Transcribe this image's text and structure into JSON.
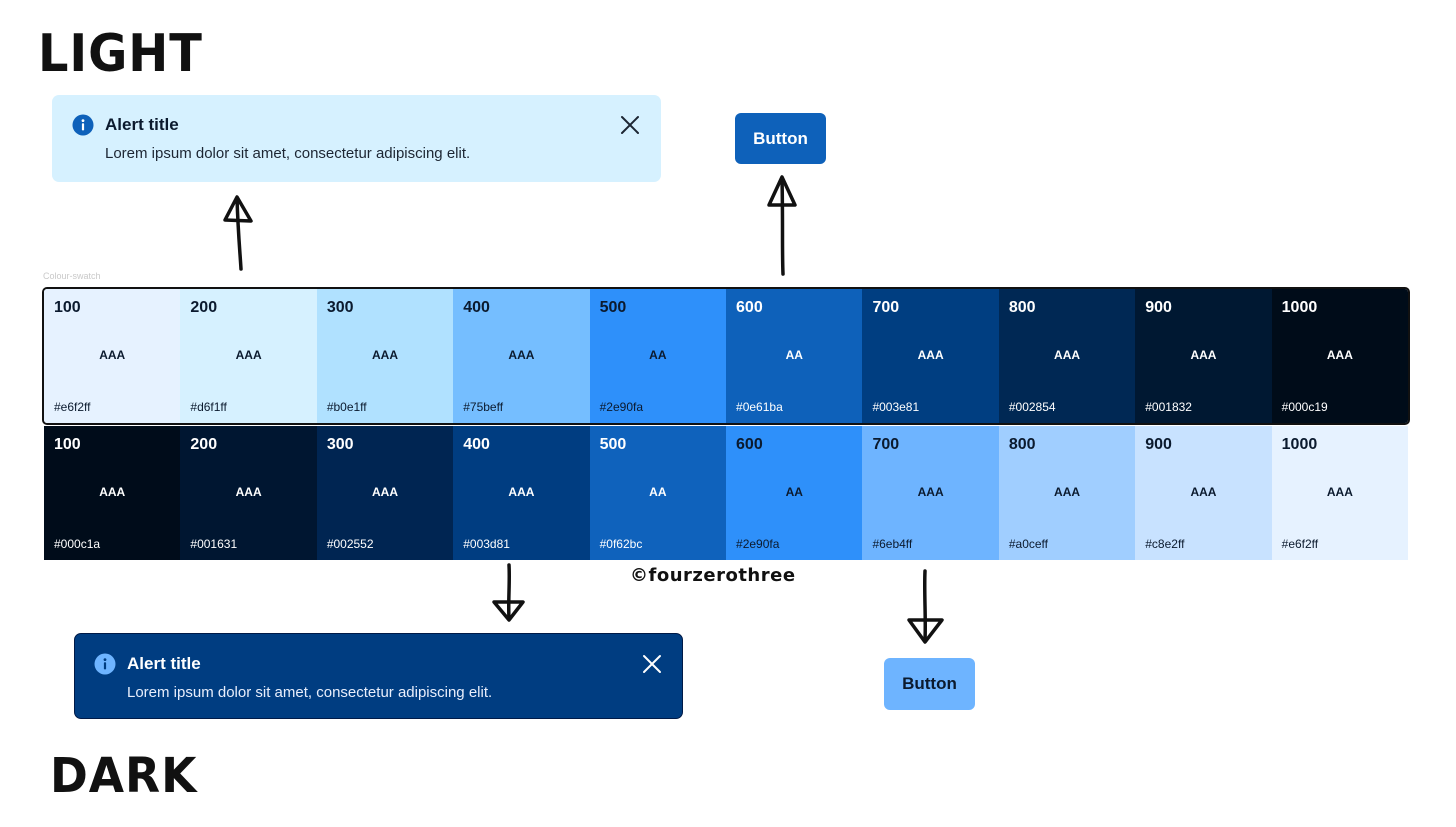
{
  "labels": {
    "light": "LIGHT",
    "dark": "DARK"
  },
  "light_alert": {
    "title": "Alert title",
    "body": "Lorem ipsum dolor sit amet, consectetur adipiscing elit.",
    "bg": "#d6f1ff",
    "icon_color": "#0e61ba",
    "close_color": "#1d2633"
  },
  "dark_alert": {
    "title": "Alert title",
    "body": "Lorem ipsum dolor sit amet, consectetur adipiscing elit.",
    "bg": "#003d81",
    "icon_color": "#6eb4ff",
    "close_color": "#ffffff"
  },
  "light_button": {
    "label": "Button",
    "bg": "#0e61ba"
  },
  "dark_button": {
    "label": "Button",
    "bg": "#6eb4ff"
  },
  "swatch_caption": "Colour-swatch",
  "signature": "©fourzerothree",
  "light_swatches": [
    {
      "step": "100",
      "rating": "AAA",
      "hex": "#e6f2ff",
      "text_color": "#0b1a2e"
    },
    {
      "step": "200",
      "rating": "AAA",
      "hex": "#d6f1ff",
      "text_color": "#0b1a2e"
    },
    {
      "step": "300",
      "rating": "AAA",
      "hex": "#b0e1ff",
      "text_color": "#0b1a2e"
    },
    {
      "step": "400",
      "rating": "AAA",
      "hex": "#75beff",
      "text_color": "#0b1a2e"
    },
    {
      "step": "500",
      "rating": "AA",
      "hex": "#2e90fa",
      "text_color": "#0b1a2e"
    },
    {
      "step": "600",
      "rating": "AA",
      "hex": "#0e61ba",
      "text_color": "#ffffff"
    },
    {
      "step": "700",
      "rating": "AAA",
      "hex": "#003e81",
      "text_color": "#ffffff"
    },
    {
      "step": "800",
      "rating": "AAA",
      "hex": "#002854",
      "text_color": "#ffffff"
    },
    {
      "step": "900",
      "rating": "AAA",
      "hex": "#001832",
      "text_color": "#ffffff"
    },
    {
      "step": "1000",
      "rating": "AAA",
      "hex": "#000c19",
      "text_color": "#ffffff"
    }
  ],
  "dark_swatches": [
    {
      "step": "100",
      "rating": "AAA",
      "hex": "#000c1a",
      "text_color": "#ffffff"
    },
    {
      "step": "200",
      "rating": "AAA",
      "hex": "#001631",
      "text_color": "#ffffff"
    },
    {
      "step": "300",
      "rating": "AAA",
      "hex": "#002552",
      "text_color": "#ffffff"
    },
    {
      "step": "400",
      "rating": "AAA",
      "hex": "#003d81",
      "text_color": "#ffffff"
    },
    {
      "step": "500",
      "rating": "AA",
      "hex": "#0f62bc",
      "text_color": "#ffffff"
    },
    {
      "step": "600",
      "rating": "AA",
      "hex": "#2e90fa",
      "text_color": "#0b1a2e"
    },
    {
      "step": "700",
      "rating": "AAA",
      "hex": "#6eb4ff",
      "text_color": "#0b1a2e"
    },
    {
      "step": "800",
      "rating": "AAA",
      "hex": "#a0ceff",
      "text_color": "#0b1a2e"
    },
    {
      "step": "900",
      "rating": "AAA",
      "hex": "#c8e2ff",
      "text_color": "#0b1a2e"
    },
    {
      "step": "1000",
      "rating": "AAA",
      "hex": "#e6f2ff",
      "text_color": "#0b1a2e"
    }
  ],
  "arrows": [
    {
      "id": "light-alert",
      "direction": "up"
    },
    {
      "id": "light-button",
      "direction": "up"
    },
    {
      "id": "dark-alert",
      "direction": "down"
    },
    {
      "id": "dark-button",
      "direction": "down"
    }
  ]
}
